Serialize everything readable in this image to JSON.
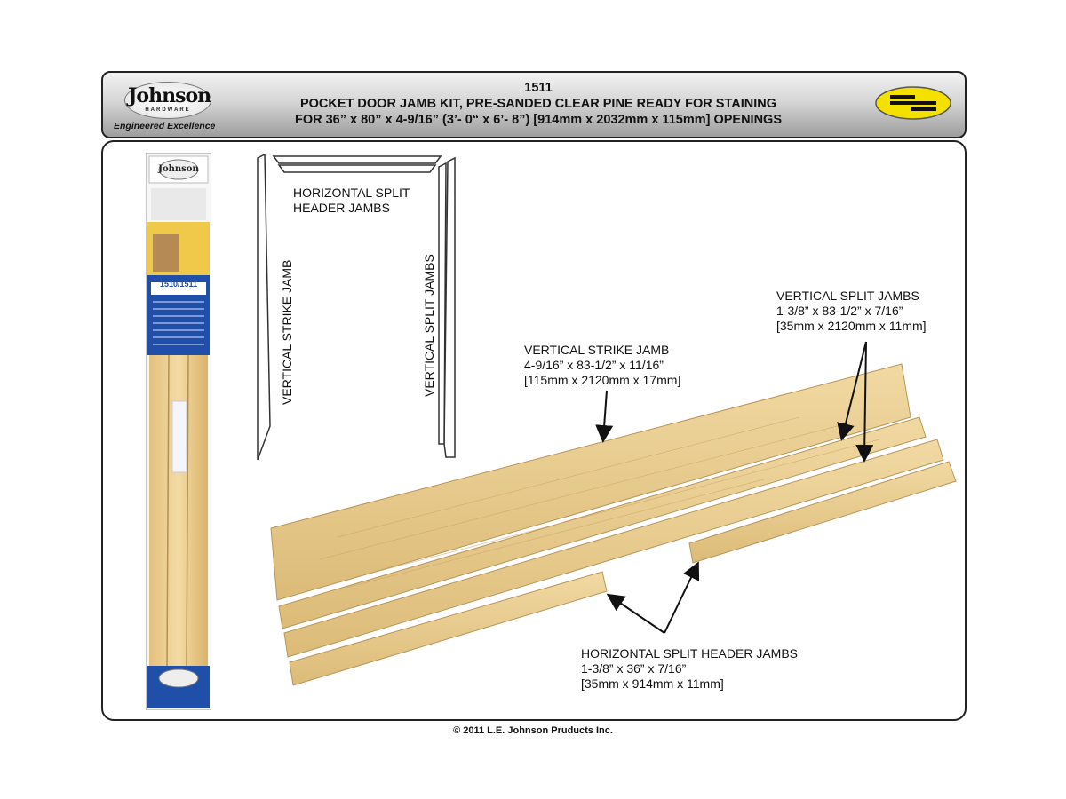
{
  "header": {
    "model": "1511",
    "title": "POCKET DOOR JAMB KIT, PRE-SANDED CLEAR PINE READY FOR STAINING",
    "subtitle": "FOR 36” x 80” x 4-9/16” (3’- 0“ x 6’- 8”) [914mm x 2032mm x 115mm] OPENINGS"
  },
  "logo": {
    "brand": "Johnson",
    "sub": "HARDWARE",
    "tagline": "Engineered Excellence",
    "badge_icon": "pocket-door-badge-icon"
  },
  "diagram": {
    "header_label": [
      "HORIZONTAL SPLIT",
      "HEADER JAMBS"
    ],
    "strike_label": "VERTICAL STRIKE JAMB",
    "split_label": "VERTICAL SPLIT JAMBS"
  },
  "callouts": {
    "strike": {
      "name": "VERTICAL STRIKE JAMB",
      "size_in": "4-9/16” x 83-1/2” x 11/16”",
      "size_mm": "[115mm x 2120mm x 17mm]"
    },
    "split": {
      "name": "VERTICAL SPLIT JAMBS",
      "size_in": "1-3/8” x 83-1/2” x 7/16”",
      "size_mm": "[35mm x 2120mm x 11mm]"
    },
    "header": {
      "name": "HORIZONTAL SPLIT HEADER JAMBS",
      "size_in": "1-3/8” x 36” x 7/16”",
      "size_mm": "[35mm x 914mm x 11mm]"
    }
  },
  "package": {
    "brand": "Johnson",
    "model": "1510/1511"
  },
  "footer": {
    "copyright": "© 2011 L.E. Johnson Pruducts Inc."
  },
  "colors": {
    "wood": "#e8cd92",
    "wood_dark": "#c9a865",
    "brand_blue": "#1f4fa8",
    "badge_yellow": "#f4e100"
  }
}
